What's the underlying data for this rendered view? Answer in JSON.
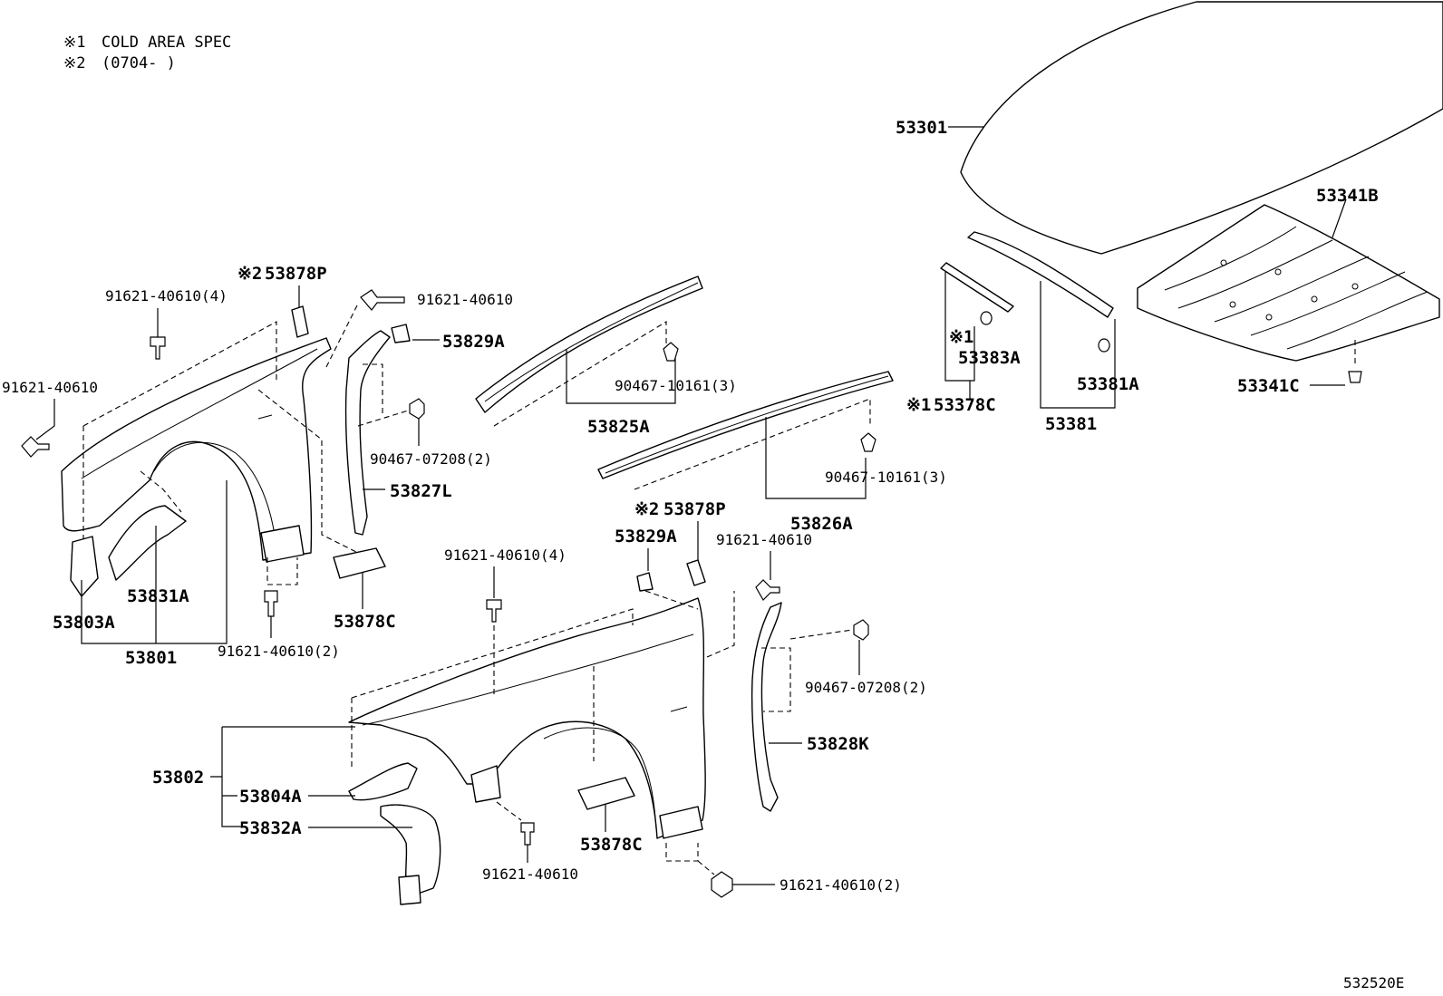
{
  "notes": [
    {
      "mark": "※1",
      "text": "COLD AREA SPEC"
    },
    {
      "mark": "※2",
      "text": "(0704-      )"
    }
  ],
  "labels": {
    "p53301": "53301",
    "p53341B": "53341B",
    "p53341C": "53341C",
    "p53381": "53381",
    "p53381A": "53381A",
    "p53383A": "53383A",
    "p53378C": "53378C",
    "mark53383A": "※1",
    "mark53378C": "※1",
    "p53878P_top": "53878P",
    "mark53878P_top": "※2",
    "p53878P_bot": "53878P",
    "mark53878P_bot": "※2",
    "p53829A_top": "53829A",
    "p53829A_bot": "53829A",
    "p53825A": "53825A",
    "p53826A": "53826A",
    "p53827L": "53827L",
    "p53828K": "53828K",
    "p53878C_top": "53878C",
    "p53878C_bot": "53878C",
    "p53803A": "53803A",
    "p53831A": "53831A",
    "p53801": "53801",
    "p53802": "53802",
    "p53804A": "53804A",
    "p53832A": "53832A",
    "b1": "91621-40610(4)",
    "b2": "91621-40610",
    "b3": "91621-40610",
    "b4": "91621-40610(2)",
    "b5": "91621-40610(4)",
    "b6": "91621-40610",
    "b7": "91621-40610",
    "b8": "91621-40610(2)",
    "c1": "90467-10161(3)",
    "c2": "90467-10161(3)",
    "c3": "90467-07208(2)",
    "c4": "90467-07208(2)",
    "figure_code": "532520E"
  }
}
